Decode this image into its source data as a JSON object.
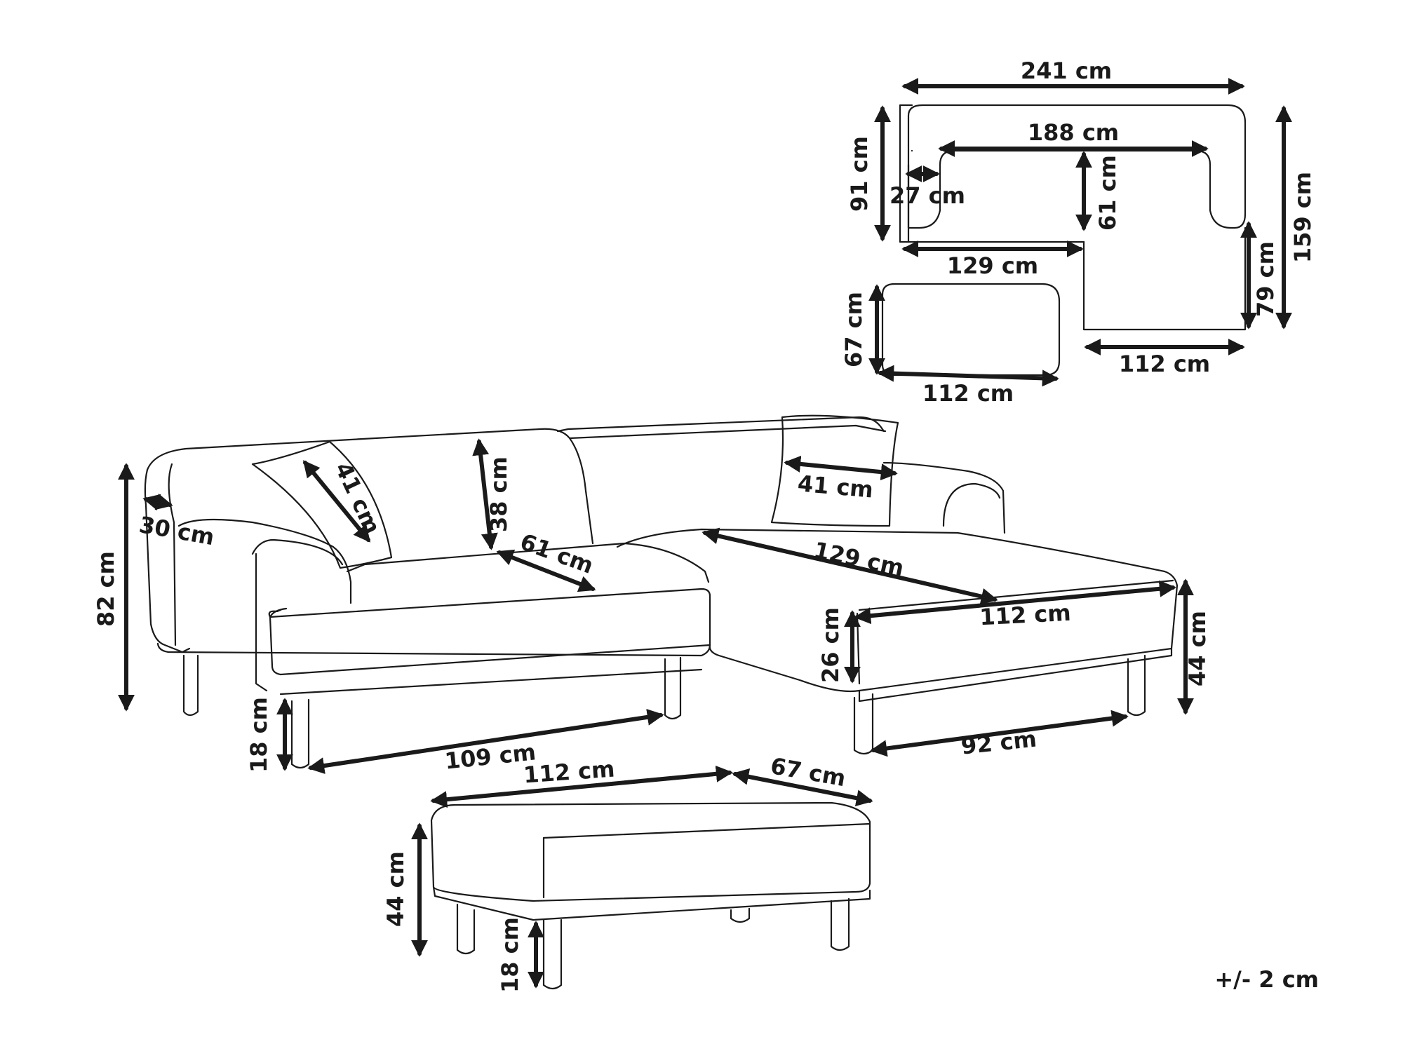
{
  "dimensions": {
    "top_total_width": "241 cm",
    "top_inner_width": "188 cm",
    "top_depth": "91 cm",
    "top_arm_width": "27 cm",
    "top_seat_depth": "61 cm",
    "top_main_seat_width": "129 cm",
    "top_total_depth": "159 cm",
    "top_chaise_extension": "79 cm",
    "top_chaise_width": "112 cm",
    "top_ottoman_depth": "67 cm",
    "top_ottoman_width": "112 cm",
    "front_height": "82 cm",
    "front_arm_width": "30 cm",
    "front_cushion": "41 cm",
    "front_back_height": "38 cm",
    "front_seat_depth": "61 cm",
    "front_chaise_cushion": "41 cm",
    "front_chaise_length": "129 cm",
    "front_chaise_width": "112 cm",
    "front_seat_thickness": "26 cm",
    "front_seat_height": "44 cm",
    "front_leg_height": "18 cm",
    "front_leg_span": "109 cm",
    "front_chaise_leg_span": "92 cm",
    "ottoman_width": "112 cm",
    "ottoman_depth": "67 cm",
    "ottoman_height": "44 cm",
    "ottoman_leg_height": "18 cm"
  },
  "tolerance": "+/- 2 cm"
}
